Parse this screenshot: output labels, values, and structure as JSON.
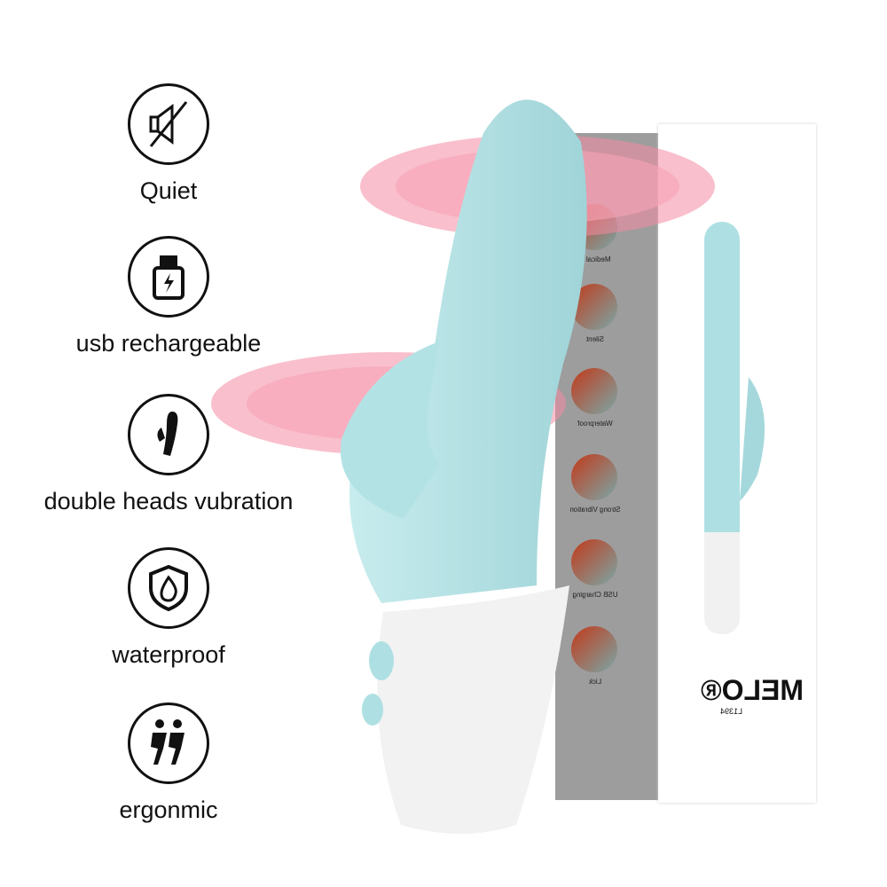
{
  "features": [
    {
      "icon": "muted-speaker-icon",
      "label": "Quiet"
    },
    {
      "icon": "usb-icon",
      "label": "usb rechargeable"
    },
    {
      "icon": "double-head-icon",
      "label": "double heads  vubration"
    },
    {
      "icon": "water-shield-icon",
      "label": "waterproof"
    },
    {
      "icon": "people-icon",
      "label": "ergonmic"
    }
  ],
  "box": {
    "side_labels": [
      "Medical S",
      "Silent",
      "Waterproof",
      "Strong Vibration",
      "USB Charging",
      "Lick"
    ],
    "brand": "MELO®",
    "model": "L1394"
  },
  "colors": {
    "accent": "#aee0e3",
    "ring": "#f48aa3",
    "box_side": "#9d9d9d"
  }
}
